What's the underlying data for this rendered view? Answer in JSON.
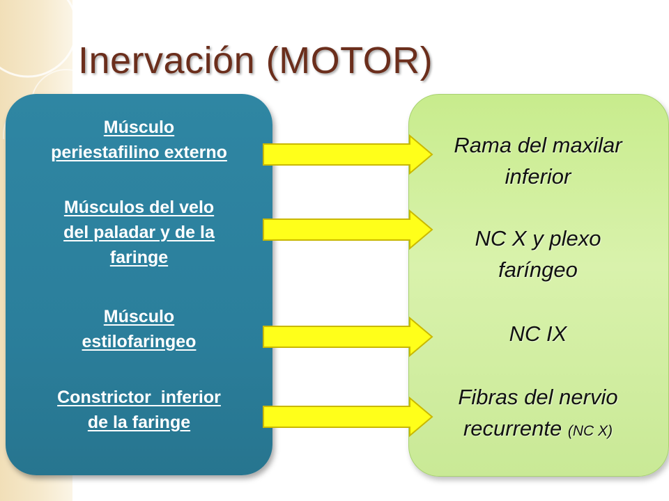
{
  "title": "Inervación (MOTOR)",
  "muscles": [
    {
      "lines": [
        "Músculo",
        "periestafilino externo"
      ]
    },
    {
      "lines": [
        "Músculos del velo",
        "del paladar y de la",
        "faringe"
      ]
    },
    {
      "lines": [
        "Músculo",
        "estilofaringeo"
      ]
    },
    {
      "lines": [
        "Constrictor  inferior",
        "de la faringe"
      ]
    }
  ],
  "nerves": [
    {
      "lines": [
        "Rama del maxilar",
        "inferior"
      ]
    },
    {
      "lines": [
        "NC X y plexo",
        "faríngeo"
      ]
    },
    {
      "lines": [
        "NC IX"
      ]
    },
    {
      "lines": [
        "Fibras del nervio",
        "recurrente"
      ],
      "suffix": "(NC X)"
    }
  ],
  "colors": {
    "left_panel": "#2f86a3",
    "right_panel": "#d3efa2",
    "arrow_fill": "#ffff1a",
    "arrow_stroke": "#c9b800",
    "title": "#6b2e1c"
  }
}
